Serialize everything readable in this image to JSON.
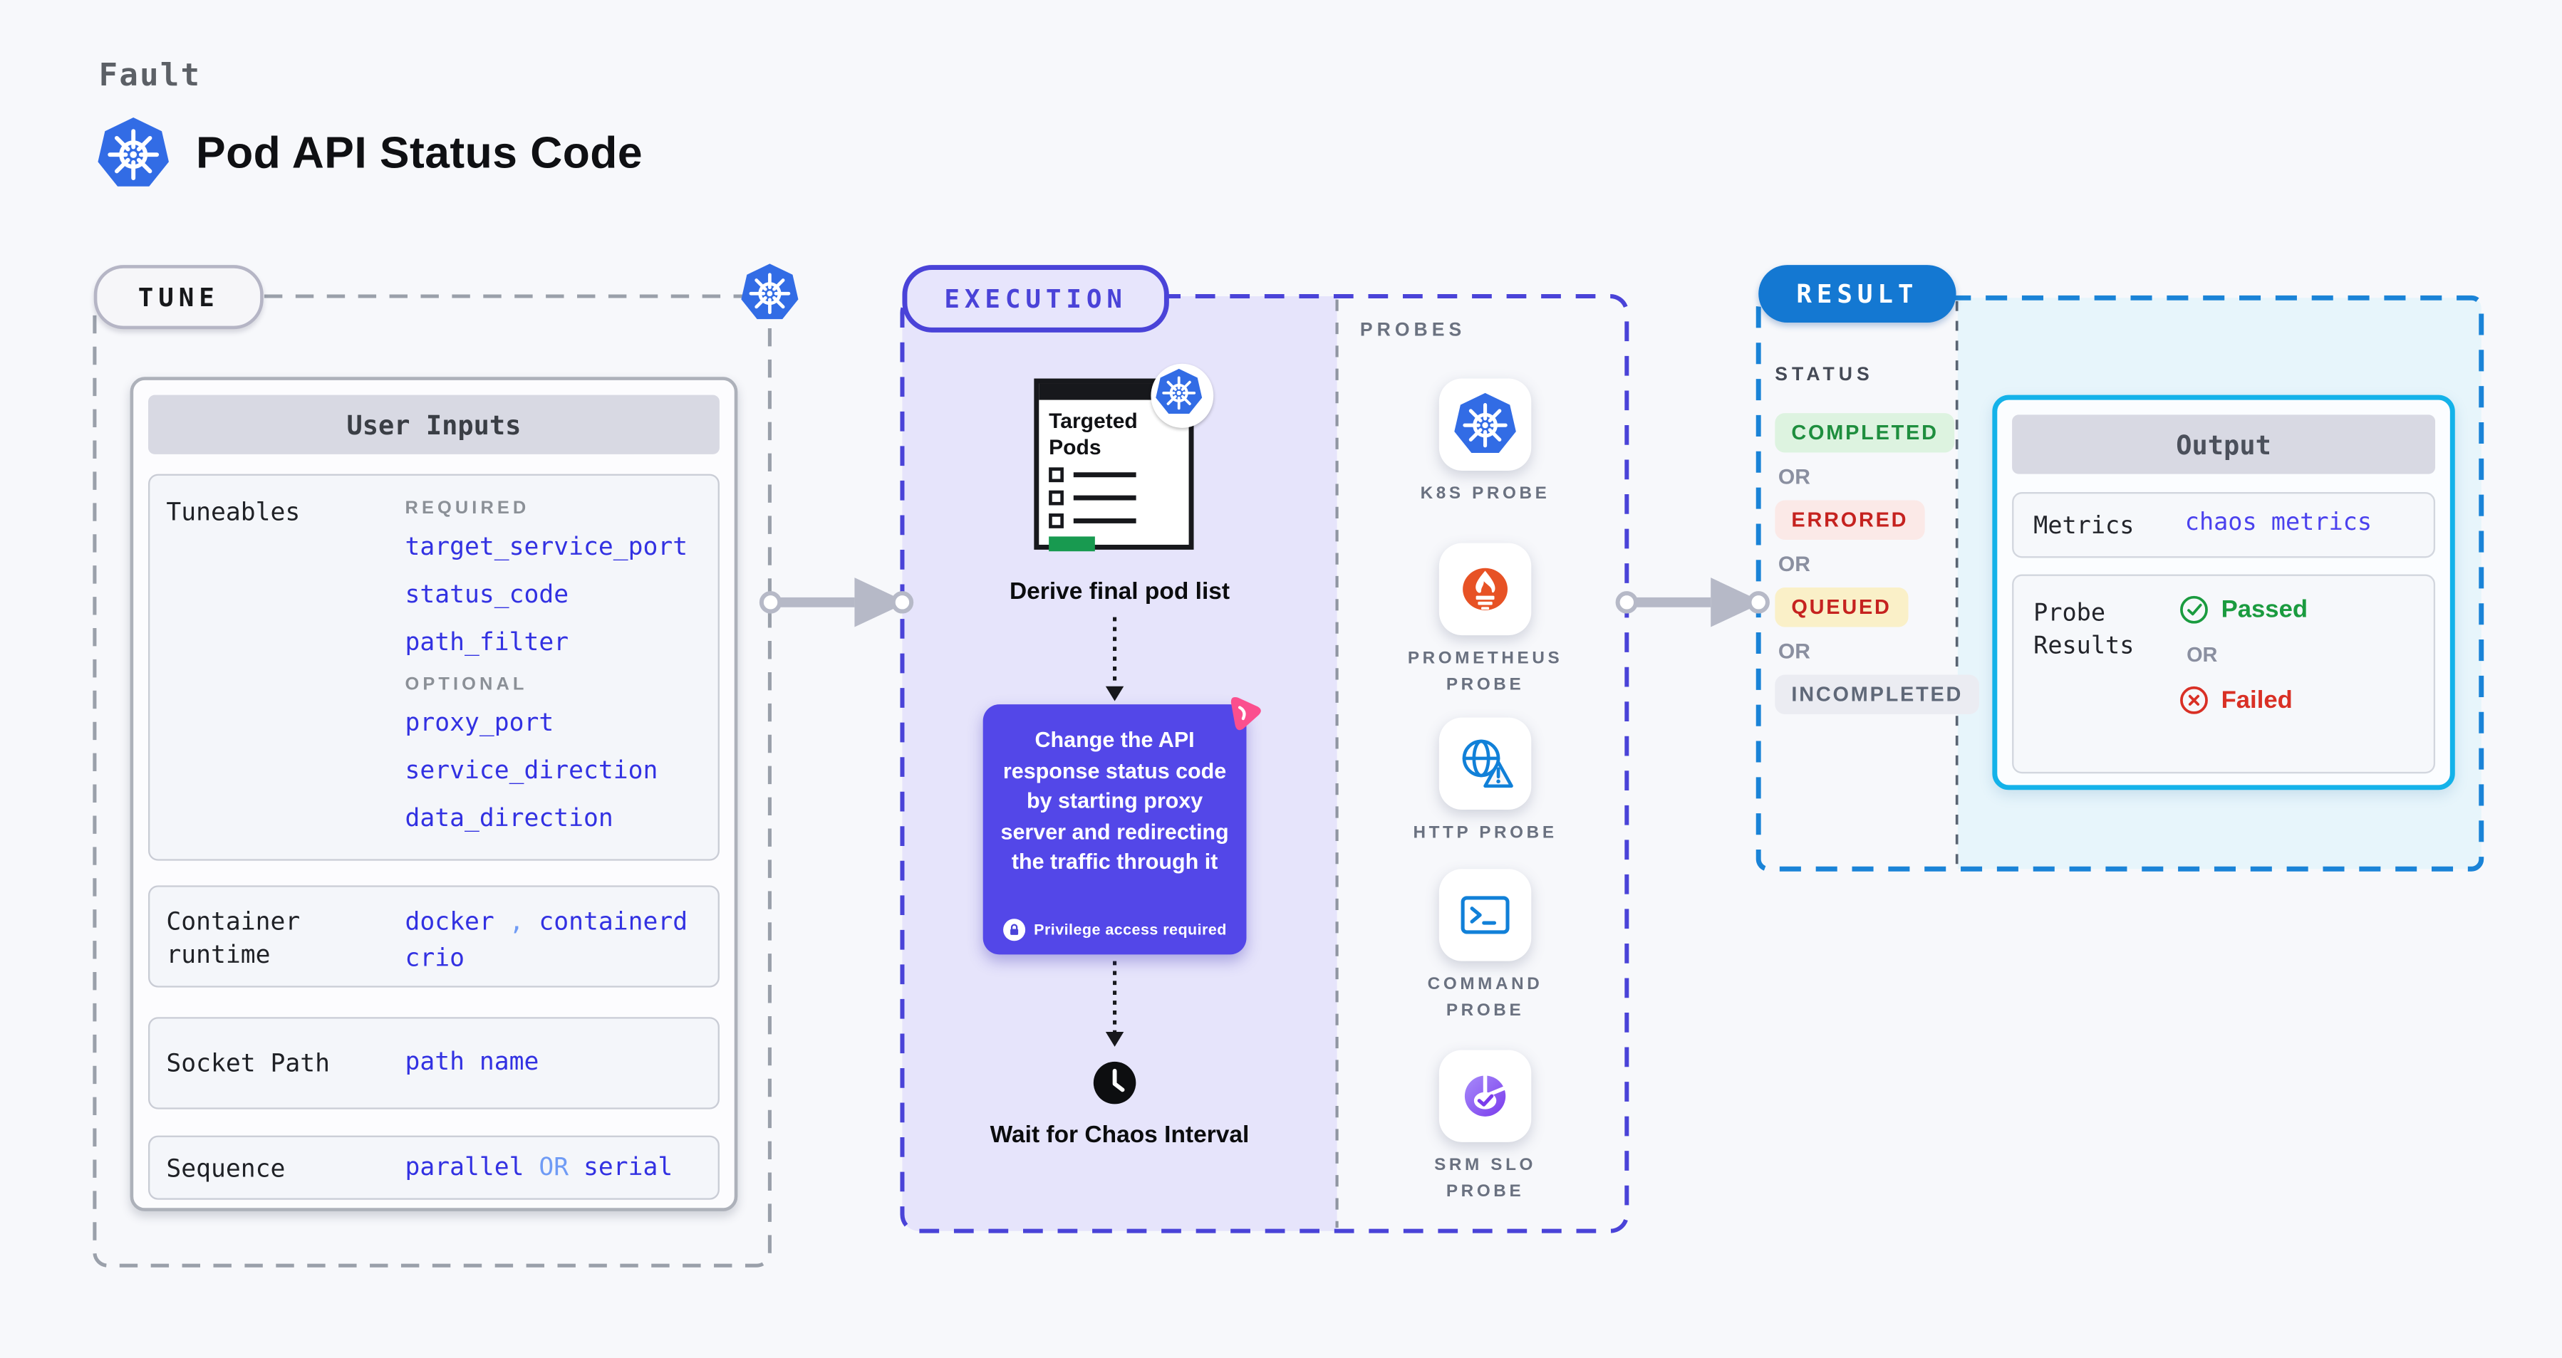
{
  "header": {
    "kicker": "Fault",
    "title": "Pod API Status Code",
    "logo": "kubernetes-icon"
  },
  "tune": {
    "pill": "TUNE",
    "user_inputs": {
      "header": "User Inputs",
      "tuneables_label": "Tuneables",
      "required_label": "REQUIRED",
      "required_params": [
        "target_service_port",
        "status_code",
        "path_filter"
      ],
      "optional_label": "OPTIONAL",
      "optional_params": [
        "proxy_port",
        "service_direction",
        "data_direction"
      ],
      "container_runtime_label": "Container runtime",
      "container_runtime_values": [
        "docker",
        "containerd",
        "crio"
      ],
      "container_runtime_separator": ",",
      "socket_path_label": "Socket Path",
      "socket_path_value": "path name",
      "sequence_label": "Sequence",
      "sequence_first": "parallel",
      "sequence_or": "OR",
      "sequence_second": "serial"
    }
  },
  "execution": {
    "pill": "EXECUTION",
    "targeted_pods_label": "Targeted Pods",
    "derive_label": "Derive final pod list",
    "action_text": "Change the API response status code by starting proxy server and redirecting the traffic through it",
    "privilege_note": "Privilege access required",
    "wait_label": "Wait for Chaos Interval",
    "probes_label": "PROBES",
    "probes": [
      {
        "name": "K8S PROBE",
        "icon": "kubernetes-icon"
      },
      {
        "name": "PROMETHEUS PROBE",
        "icon": "prometheus-icon"
      },
      {
        "name": "HTTP PROBE",
        "icon": "http-globe-warning-icon"
      },
      {
        "name": "COMMAND PROBE",
        "icon": "terminal-icon"
      },
      {
        "name": "SRM SLO PROBE",
        "icon": "slo-pie-check-icon"
      }
    ]
  },
  "result": {
    "pill": "RESULT",
    "status_label": "STATUS",
    "or_label": "OR",
    "statuses": [
      {
        "label": "COMPLETED",
        "fg": "#1e8e3e",
        "bg": "#ddf3e0"
      },
      {
        "label": "ERRORED",
        "fg": "#c5221f",
        "bg": "#fbe9e7"
      },
      {
        "label": "QUEUED",
        "fg": "#c5221f",
        "bg": "#faf0c8"
      },
      {
        "label": "INCOMPLETED",
        "fg": "#5f6878",
        "bg": "#ebecf2"
      }
    ],
    "output": {
      "header": "Output",
      "metrics_label": "Metrics",
      "metrics_value": "chaos metrics",
      "probe_results_label": "Probe Results",
      "passed_label": "Passed",
      "or_label": "OR",
      "failed_label": "Failed"
    }
  },
  "colors": {
    "kubernetes_blue": "#326ce5",
    "indigo_accent": "#4a43d8",
    "action_purple": "#5347e8",
    "result_blue": "#1478d2",
    "output_cyan": "#14b2e9",
    "param_blue": "#3231e2",
    "passed_green": "#1a9b3f",
    "failed_red": "#d93025",
    "arrow_gray": "#b6b9c7",
    "prometheus_orange": "#e75225",
    "chaos_pink": "#fb4f8e"
  }
}
